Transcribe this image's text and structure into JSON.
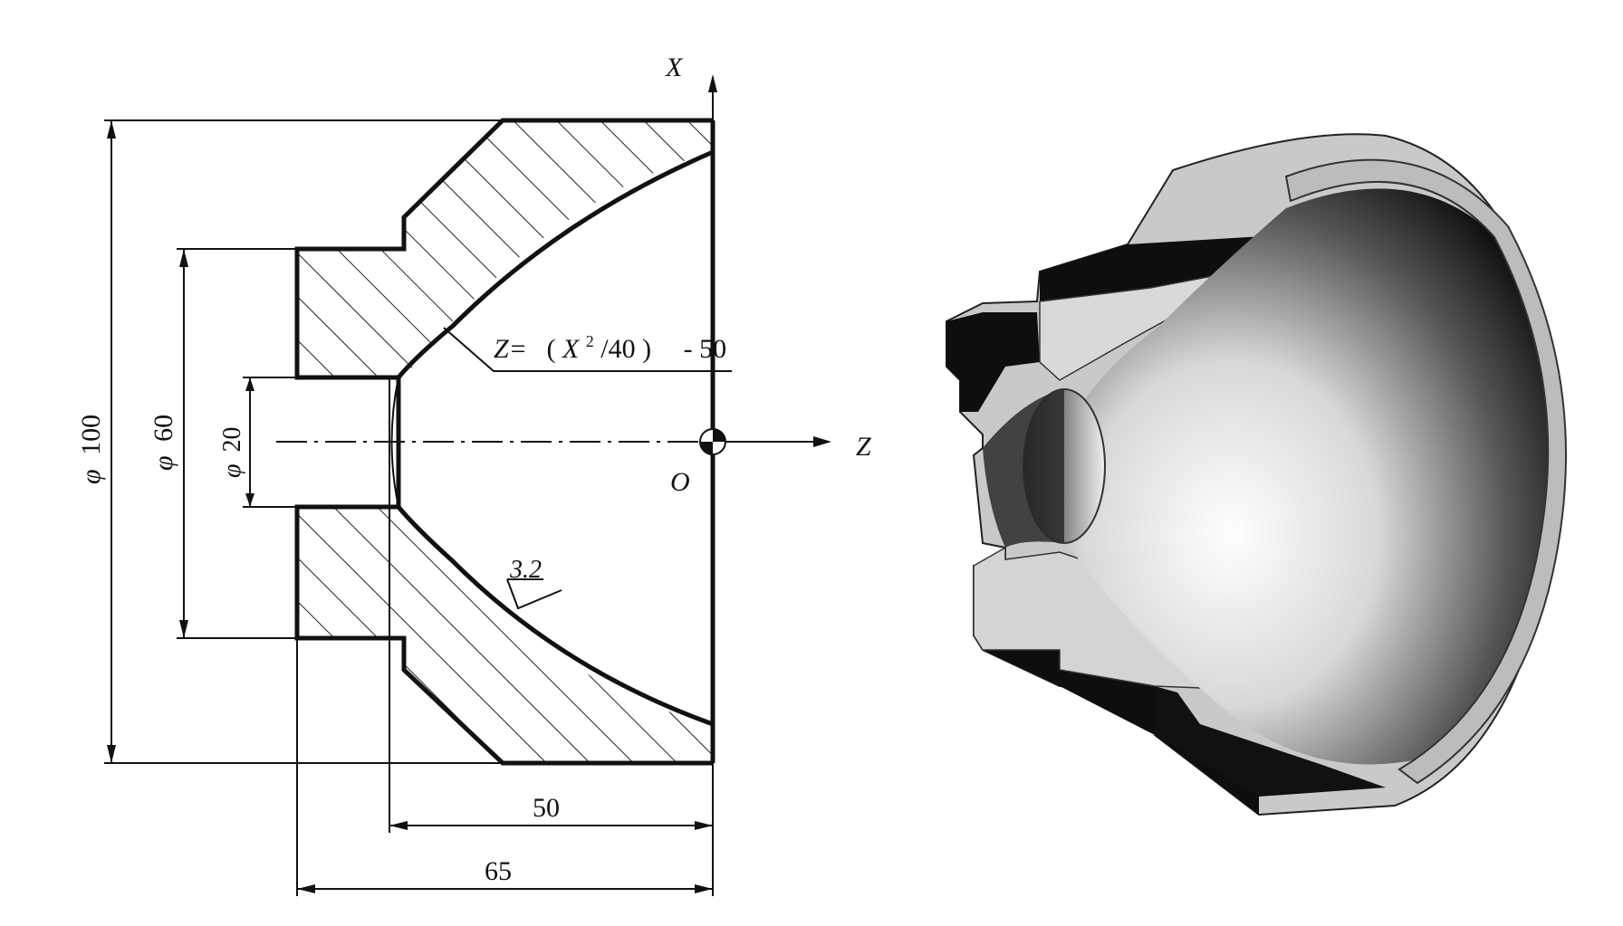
{
  "drawing": {
    "axis_x_label": "X",
    "axis_z_label": "Z",
    "origin_label": "O",
    "equation": {
      "prefix": "Z=",
      "open_paren": "(",
      "x_symbol": "X",
      "exponent": "2",
      "rest": "/40",
      "close_paren": ")",
      "offset": "- 50"
    },
    "dimensions": {
      "diameter_symbol": "φ",
      "outer_diameter": "100",
      "middle_diameter": "60",
      "inner_diameter": "20",
      "bowl_depth": "50",
      "overall_length": "65"
    },
    "roughness": "3.2"
  },
  "render": {
    "line_color": "#111111",
    "hatch_color": "#222222"
  }
}
